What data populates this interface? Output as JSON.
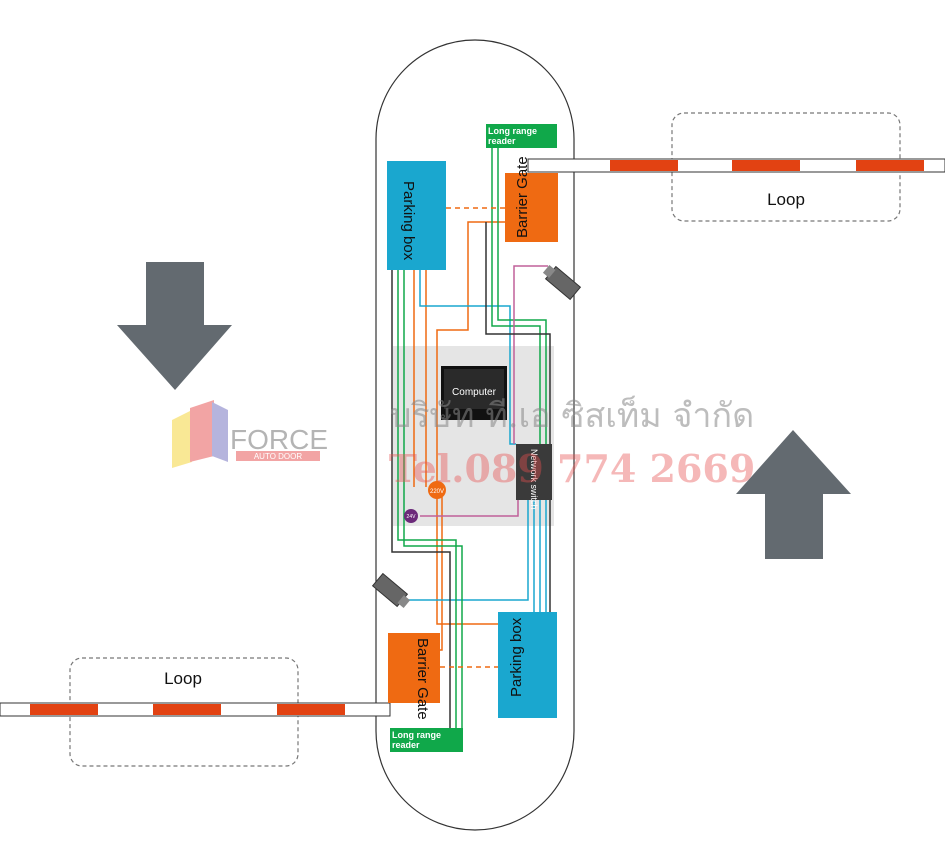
{
  "labels": {
    "loop_top": "Loop",
    "loop_bottom": "Loop",
    "parking_box_top": "Parking box",
    "parking_box_bottom": "Parking box",
    "barrier_gate_top": "Barrier Gate",
    "barrier_gate_bottom": "Barrier Gate",
    "long_range_reader_top": "Long range reader",
    "long_range_reader_bottom": "Long range reader",
    "computer": "Computer",
    "network_switch": "Network switch",
    "power_220v": "220V",
    "power_24v": "24V"
  },
  "watermark": {
    "brand": "FORCE",
    "brand_sub": "AUTO DOOR",
    "company_th": "บริษัท ที.เอ ซิสเท็ม จำกัด",
    "phone": "Tel.089 774 2669"
  },
  "colors": {
    "orange": "#ef6a12",
    "blue": "#1aa7cf",
    "green": "#10a84a",
    "arrow_gray": "#636a70",
    "barrier_red": "#e24212",
    "pink": "#c0609a",
    "purple": "#6b2a7a"
  },
  "icons": {
    "direction_down": "arrow-down-icon",
    "direction_up": "arrow-up-icon",
    "camera": "camera-icon"
  }
}
